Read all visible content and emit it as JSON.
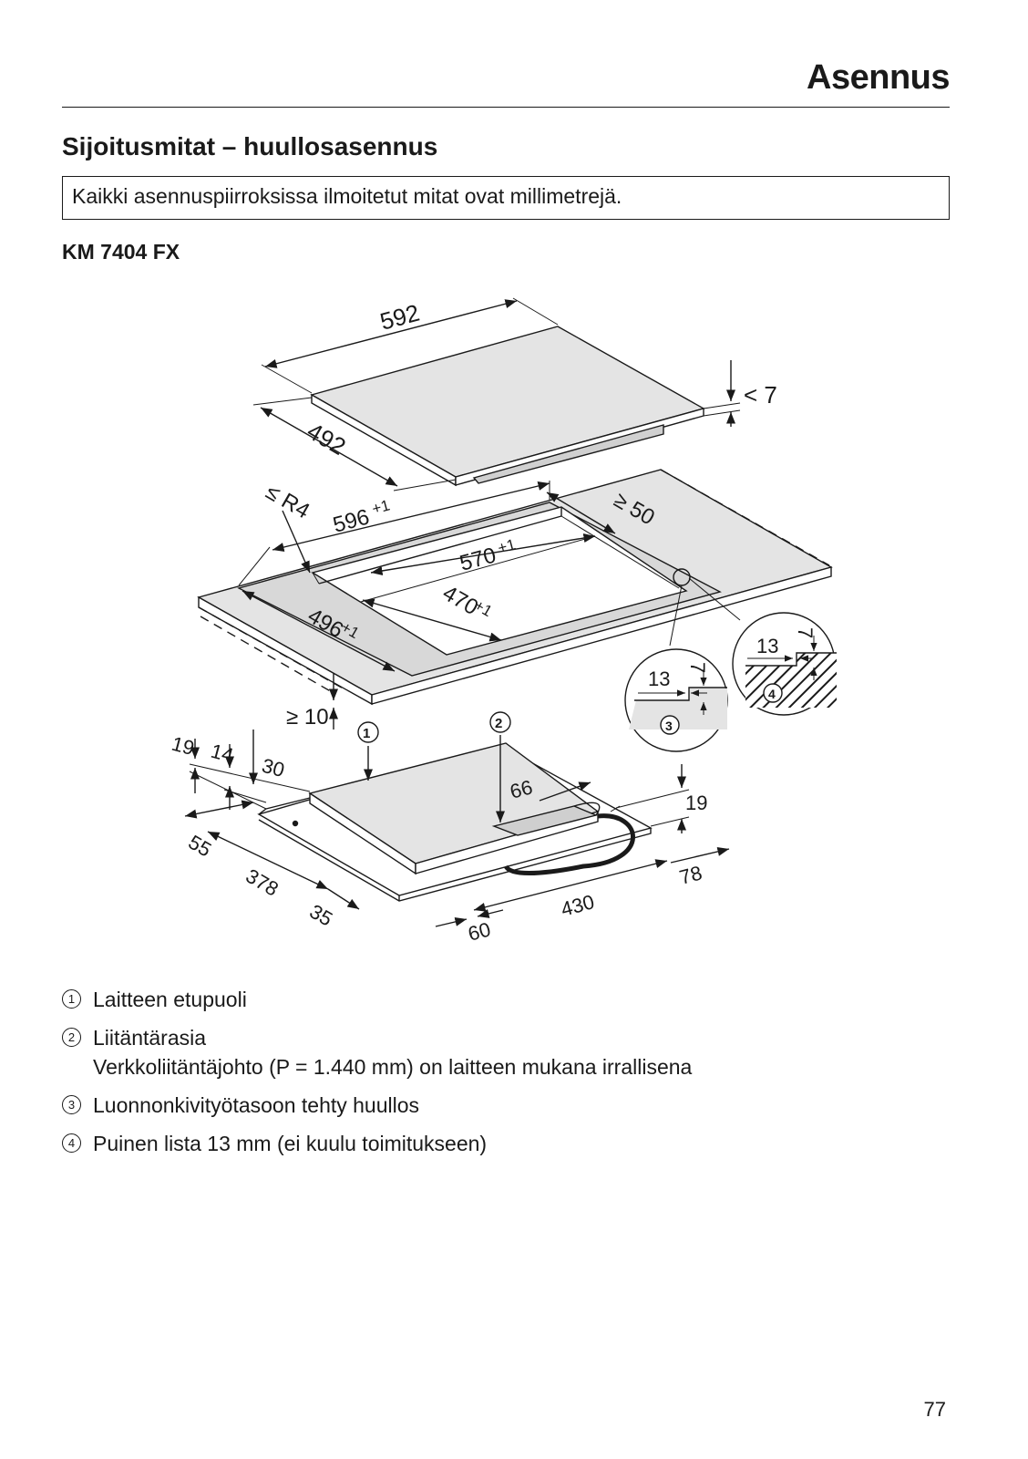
{
  "header": {
    "section": "Asennus"
  },
  "title": "Sijoitusmitat – huullosasennus",
  "notice": "Kaikki asennuspiirroksissa ilmoitetut mitat ovat millimetrejä.",
  "model": "KM 7404 FX",
  "drawing": {
    "hob": {
      "width": "592",
      "depth": "492",
      "height": "< 7"
    },
    "cutout": {
      "outer_width": "596",
      "outer_width_tol": "+1",
      "inner_width": "570",
      "inner_width_tol": "+1",
      "outer_depth": "496",
      "outer_depth_tol": "+1",
      "inner_depth": "470",
      "inner_depth_tol": "+1",
      "radius": "≤ R4",
      "rear_clearance": "≥ 50",
      "front_clearance": "≥ 10"
    },
    "unit": {
      "d19": "19",
      "d14": "14",
      "d30": "30",
      "d55": "55",
      "d378": "378",
      "d35": "35",
      "d60": "60",
      "d430": "430",
      "d78": "78",
      "d66": "66",
      "d19b": "19"
    },
    "details": {
      "detail3": {
        "width": "13",
        "height": "7"
      },
      "detail4": {
        "width": "13",
        "height": "7"
      }
    },
    "callouts": [
      "1",
      "2",
      "3",
      "4"
    ]
  },
  "legend": [
    {
      "num": "1",
      "text": "Laitteen etupuoli"
    },
    {
      "num": "2",
      "text": "Liitäntärasia",
      "sub": "Verkkoliitäntäjohto (P = 1.440 mm) on laitteen mukana irrallisena"
    },
    {
      "num": "3",
      "text": "Luonnonkivityötasoon tehty huullos"
    },
    {
      "num": "4",
      "text": "Puinen lista 13 mm (ei kuulu toimitukseen)"
    }
  ],
  "page_number": "77",
  "colors": {
    "ink": "#1a1a1a",
    "surface": "#e4e4e4",
    "panel": "#d0d0d0"
  }
}
